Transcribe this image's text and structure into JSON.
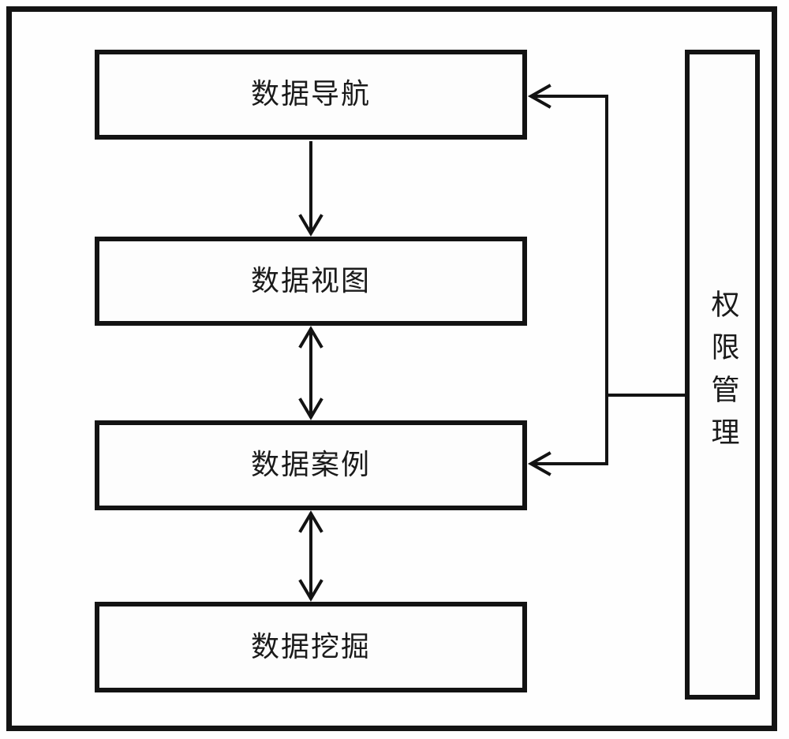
{
  "diagram": {
    "nodes": [
      {
        "id": "data-navigation",
        "label": "数据导航"
      },
      {
        "id": "data-view",
        "label": "数据视图"
      },
      {
        "id": "data-case",
        "label": "数据案例"
      },
      {
        "id": "data-mining",
        "label": "数据挖掘"
      }
    ],
    "side_node": {
      "id": "permission-management",
      "label": "权限管理"
    },
    "connections": [
      {
        "from": "data-navigation",
        "to": "data-view",
        "type": "single-arrow-down"
      },
      {
        "from": "data-view",
        "to": "data-case",
        "type": "double-arrow"
      },
      {
        "from": "data-case",
        "to": "data-mining",
        "type": "double-arrow"
      },
      {
        "from": "permission-management",
        "to": "data-navigation",
        "type": "single-arrow-left"
      },
      {
        "from": "permission-management",
        "to": "data-case",
        "type": "single-arrow-left"
      }
    ],
    "colors": {
      "line": "#131313",
      "background": "#ffffff"
    }
  }
}
